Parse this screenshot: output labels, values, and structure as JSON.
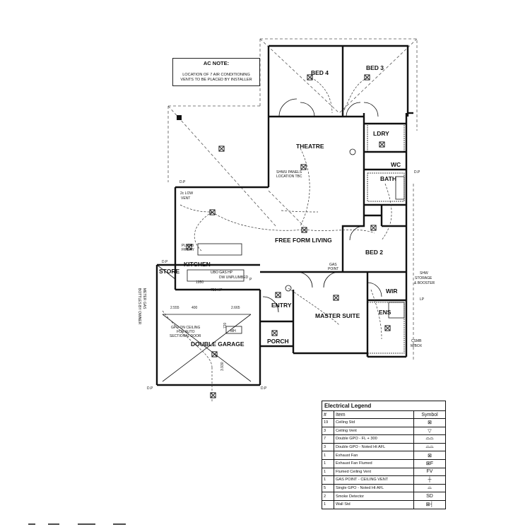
{
  "ac_note": {
    "title": "AC NOTE:",
    "text": "LOCATION OF 7 AIR CONDITIONING VENTS TO BE PLACED BY INSTALLER"
  },
  "rooms": {
    "bed4": "BED 4",
    "bed3": "BED 3",
    "theatre": "THEATRE",
    "bath": "BATH",
    "wc": "WC",
    "ldry": "LDRY",
    "free_form_living": "FREE FORM LIVING",
    "kitchen": "KITCHEN",
    "store": "STORE",
    "bed2": "BED 2",
    "wir": "WIR",
    "master_suite": "MASTER SUITE",
    "ens": "ENS",
    "entry": "ENTRY",
    "porch": "PORCH",
    "double_garage": "DOUBLE GARAGE"
  },
  "notes": {
    "shwu_panels_1": "SHWU PANELS",
    "shwu_panels_2": "LOCATION TBC",
    "low_vent_1": "2c LOW",
    "low_vent_2": "VENT",
    "plumb_1": "PLUMB",
    "plumb_2": "FRIDAY",
    "ubo_gas": "UBO GAS HP",
    "dw_unplumbed": "DW UNPLUMBED",
    "gpo_note_1": "GPO ON CEILING",
    "gpo_note_2": "FOR AUTO",
    "gpo_note_3": "SECTIONAL DOOR",
    "gas_point_1": "GAS",
    "gas_point_2": "POINT",
    "shw_1": "SHW",
    "shw_2": "STORAGE",
    "shw_3": "& BOOSTER",
    "csmb_1": "CSMB",
    "csmb_2": "M/BOX",
    "mh": "MH",
    "p": "P",
    "gas_meter_1": "METER GAS",
    "gas_meter_2": "BOTTLES BY OWNER",
    "lp_label": "LP",
    "dp1": "D.P",
    "dp2": "D.P",
    "dp3": "D.P",
    "dp4": "D.P",
    "dp5": "D.P"
  },
  "dims": {
    "d2555": "2.555",
    "d400": "400",
    "d2665": "2.665",
    "d750": "750 HP",
    "d1950": "1950",
    "d720": "720",
    "d3930": "3.930"
  },
  "legend": {
    "title": "Electrical Legend",
    "headers": {
      "qty": "#",
      "item": "Item",
      "symbol": "Symbol"
    },
    "rows": [
      {
        "qty": "19",
        "item": "Ceiling Std",
        "symbol": "⊠"
      },
      {
        "qty": "3",
        "item": "Ceiling Vent",
        "symbol": "▽"
      },
      {
        "qty": "7",
        "item": "Double GPO - FL + 300",
        "symbol": "⌓⌓"
      },
      {
        "qty": "3",
        "item": "Double GPO - Noted Ht AFL",
        "symbol": "⌓⌓"
      },
      {
        "qty": "1",
        "item": "Exhaust Fan",
        "symbol": "⊠"
      },
      {
        "qty": "1",
        "item": "Exhaust Fan Flumed",
        "symbol": "⊠F"
      },
      {
        "qty": "1",
        "item": "Flumed Ceiling Vent",
        "symbol": "FV"
      },
      {
        "qty": "1",
        "item": "GAS POINT - CEILING VENT",
        "symbol": "┼"
      },
      {
        "qty": "5",
        "item": "Single GPO - Noted Ht AFL",
        "symbol": "⌓"
      },
      {
        "qty": "2",
        "item": "Smoke Detector",
        "symbol": "SD"
      },
      {
        "qty": "1",
        "item": "Wall Std",
        "symbol": "⊠┤"
      }
    ]
  },
  "footer": {
    "marks": [
      "▬ ▬ ▬ ▬"
    ]
  }
}
